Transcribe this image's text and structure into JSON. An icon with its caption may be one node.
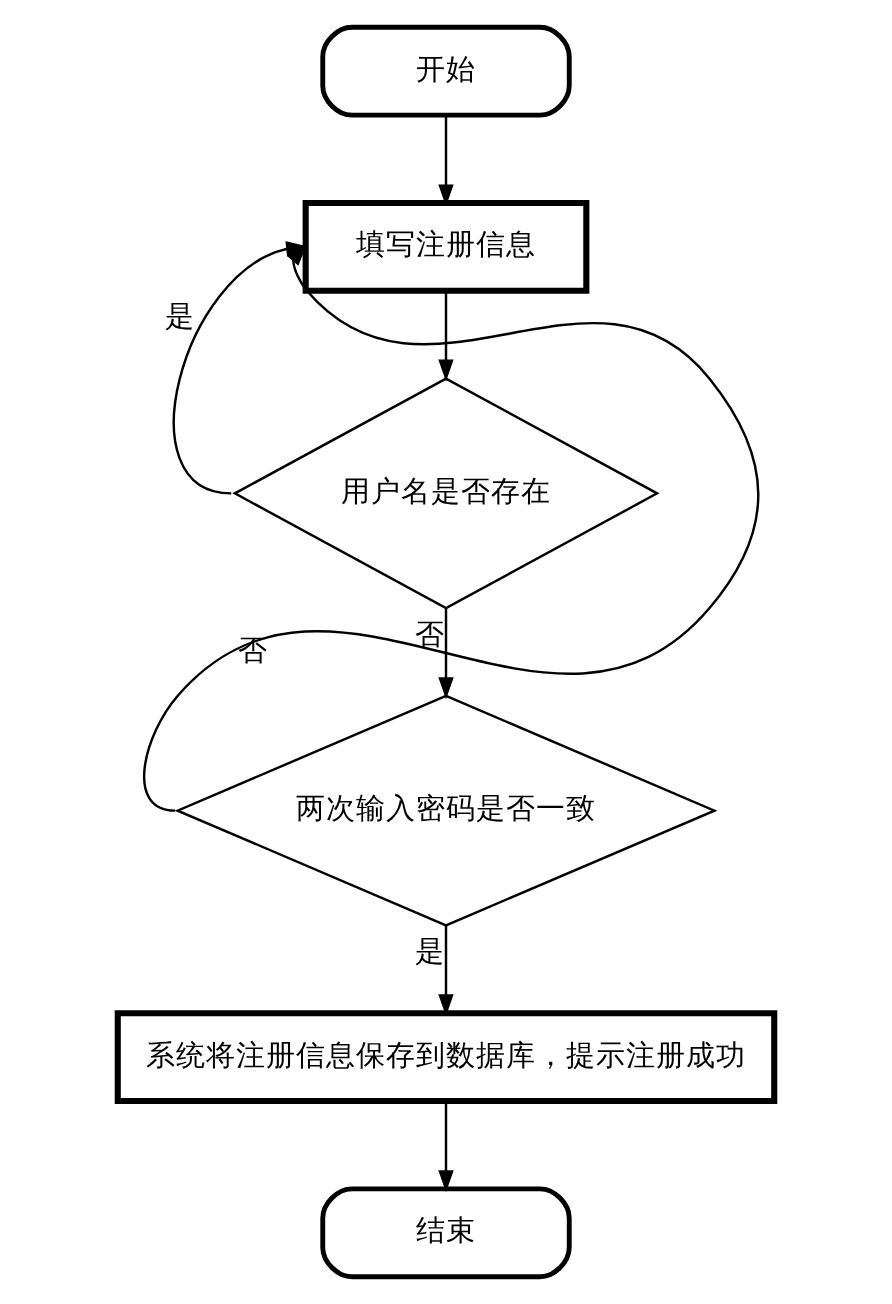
{
  "diagram": {
    "nodes": [
      {
        "text": [
          "开始"
        ]
      },
      {
        "text": [
          "填写注册信息"
        ]
      },
      {
        "text": [
          "用户名是否存在"
        ]
      },
      {
        "text": [
          "两次输入密码是否一致"
        ]
      },
      {
        "text": [
          "系统将注册信息保存到数据库，提示注册成功"
        ]
      },
      {
        "text": [
          "结束"
        ]
      }
    ],
    "edges": [
      {
        "from": 0,
        "to": 1,
        "arrow": "to"
      },
      {
        "from": 1,
        "to": 2,
        "arrow": "to"
      },
      {
        "from": 2,
        "to": 1,
        "arrow": "to",
        "label": "是"
      },
      {
        "from": 2,
        "to": 3,
        "arrow": "to",
        "label": "否"
      },
      {
        "from": 3,
        "to": 1,
        "arrow": "to",
        "label": "否"
      },
      {
        "from": 3,
        "to": 4,
        "arrow": "to",
        "label": "是"
      },
      {
        "from": 4,
        "to": 5,
        "arrow": "to"
      }
    ]
  }
}
